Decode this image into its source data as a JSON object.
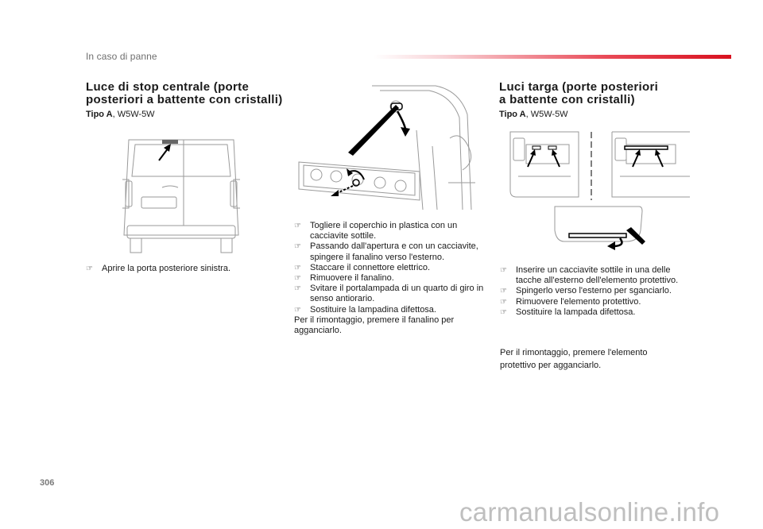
{
  "header": {
    "section_title": "In caso di panne",
    "accent_color": "#d8111f"
  },
  "left": {
    "title_line1": "Luce di stop centrale (porte",
    "title_line2": "posteriori a battente con cristalli)",
    "type_label": "Tipo A",
    "type_value": ", W5W-5W",
    "step": "Aprire la porta posteriore sinistra."
  },
  "middle": {
    "steps": [
      "Togliere il coperchio in plastica con un cacciavite sottile.",
      "Passando dall'apertura e con un cacciavite, spingere il fanalino verso l'esterno.",
      "Staccare il connettore elettrico.",
      "Rimuovere il fanalino.",
      "Svitare il portalampada di un quarto di giro in senso antiorario.",
      "Sostituire la lampadina difettosa."
    ],
    "note": "Per il rimontaggio, premere il fanalino per agganciarlo."
  },
  "right": {
    "title_line1": "Luci targa (porte posteriori",
    "title_line2": "a battente con cristalli)",
    "type_label": "Tipo A",
    "type_value": ", W5W-5W",
    "steps": [
      "Inserire un cacciavite sottile in una delle tacche all'esterno dell'elemento protettivo.",
      "Spingerlo verso l'esterno per sganciarlo.",
      "Rimuovere l'elemento protettivo.",
      "Sostituire la lampada difettosa."
    ],
    "note": "Per il rimontaggio, premere l'elemento protettivo per agganciarlo."
  },
  "footer": {
    "page_number": "306",
    "watermark": "carmanualsonline.info"
  },
  "icons": {
    "bullet": "pointing-hand-icon"
  }
}
